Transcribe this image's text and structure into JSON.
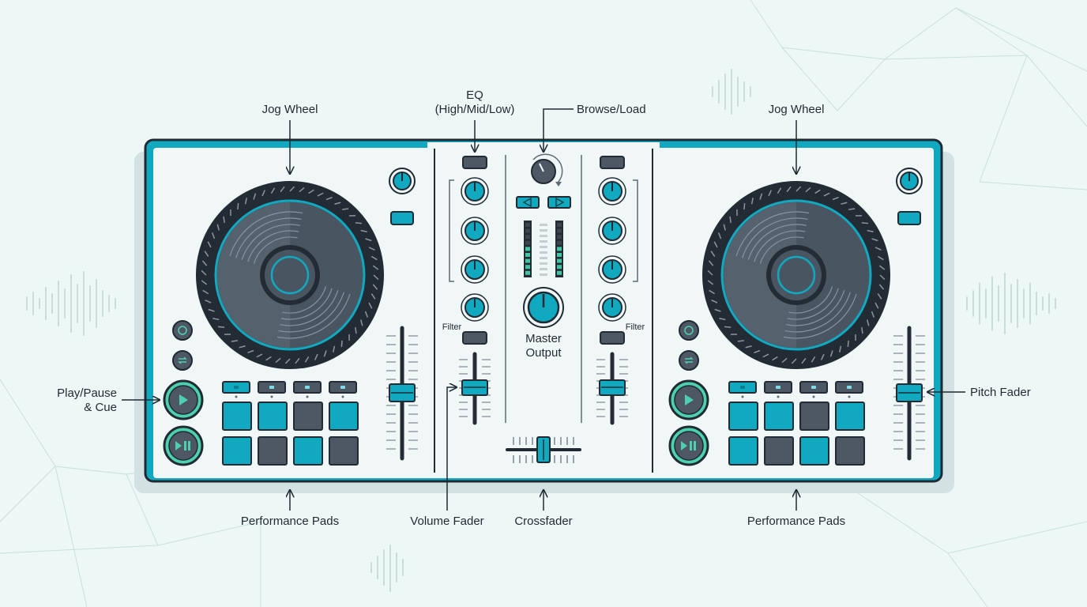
{
  "labels": {
    "jog_wheel_left": "Jog Wheel",
    "jog_wheel_right": "Jog Wheel",
    "eq_line1": "EQ",
    "eq_line2": "(High/Mid/Low)",
    "browse_load": "Browse/Load",
    "play_pause_line1": "Play/Pause",
    "play_pause_line2": "& Cue",
    "pitch_fader": "Pitch Fader",
    "performance_pads_left": "Performance Pads",
    "performance_pads_right": "Performance Pads",
    "volume_fader": "Volume Fader",
    "crossfader": "Crossfader",
    "filter_left": "Filter",
    "filter_right": "Filter",
    "master_line1": "Master",
    "master_line2": "Output"
  },
  "icons": [
    "play-icon",
    "play-pause-icon",
    "cue-icon",
    "loop-icon",
    "browse-left-icon",
    "browse-right-icon"
  ],
  "colors": {
    "accent": "#10a9c0",
    "dark": "#232c35",
    "body": "#f0f7f6",
    "wheel_grey": "#4a5562",
    "pad_grey": "#4e5764",
    "button_green": "#4dd0b0",
    "meter_green": "#3ec7a0",
    "background": "#edf7f5"
  },
  "pads": {
    "left_top": [
      "cyan",
      "cyan",
      "grey",
      "cyan"
    ],
    "left_bottom": [
      "cyan",
      "grey",
      "cyan",
      "grey"
    ],
    "right_top": [
      "cyan",
      "cyan",
      "grey",
      "cyan"
    ],
    "right_bottom": [
      "cyan",
      "grey",
      "cyan",
      "grey"
    ]
  }
}
